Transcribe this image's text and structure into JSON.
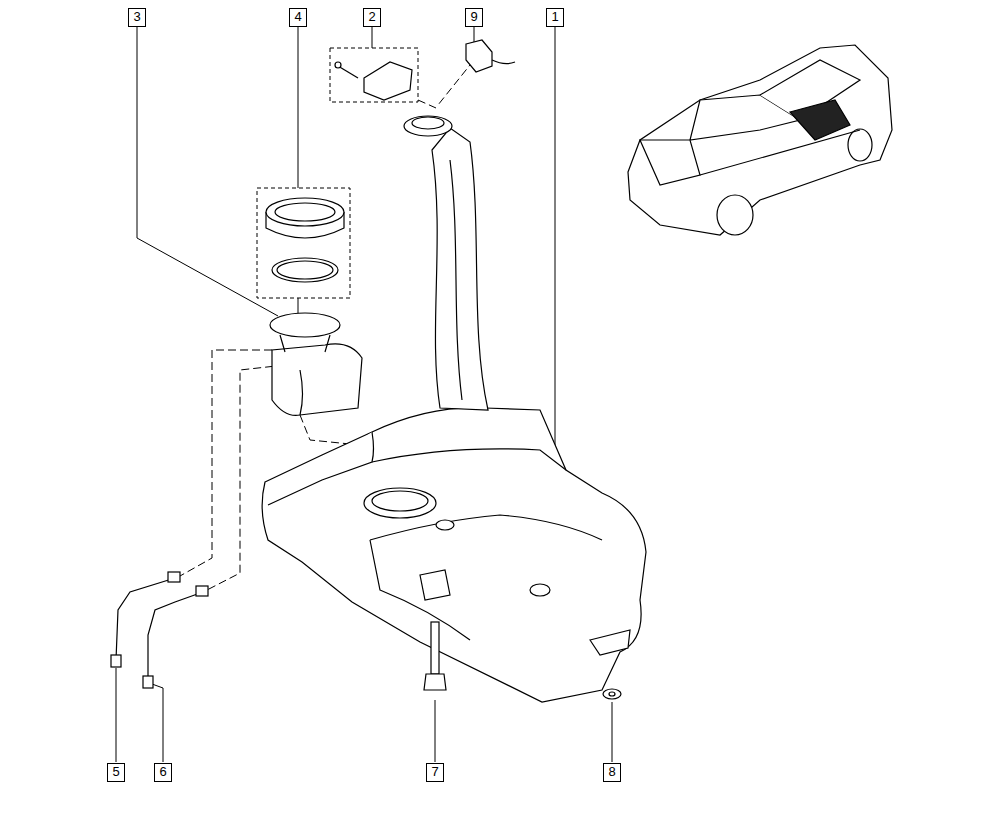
{
  "diagram": {
    "labels": [
      "3",
      "4",
      "2",
      "9",
      "1",
      "5",
      "6",
      "7",
      "8"
    ]
  }
}
